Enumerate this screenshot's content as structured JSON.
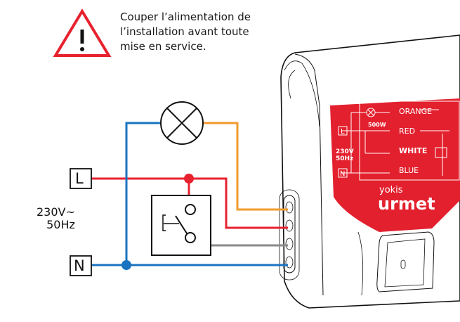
{
  "warning": {
    "icon": "warning-triangle-icon",
    "lines": [
      "Couper l’alimentation de",
      "l’installation avant toute",
      "mise en service."
    ]
  },
  "terminals": {
    "line": "L",
    "neutral": "N"
  },
  "supply": {
    "voltage": "230V~",
    "frequency": "50Hz"
  },
  "wire_colors": {
    "blue": "#1a73c0",
    "red": "#e8212f",
    "orange": "#f39a2b",
    "grey": "#8a8a8a"
  },
  "device": {
    "brand_top": "yokis",
    "brand": "urmet",
    "panel_color": "#e3202e",
    "panel_labels": {
      "lamp_power": "500W",
      "line": "L",
      "neutral": "N",
      "voltage": "230V",
      "frequency": "50Hz",
      "wires": [
        "ORANGE",
        "RED",
        "WHITE",
        "BLUE"
      ]
    }
  }
}
